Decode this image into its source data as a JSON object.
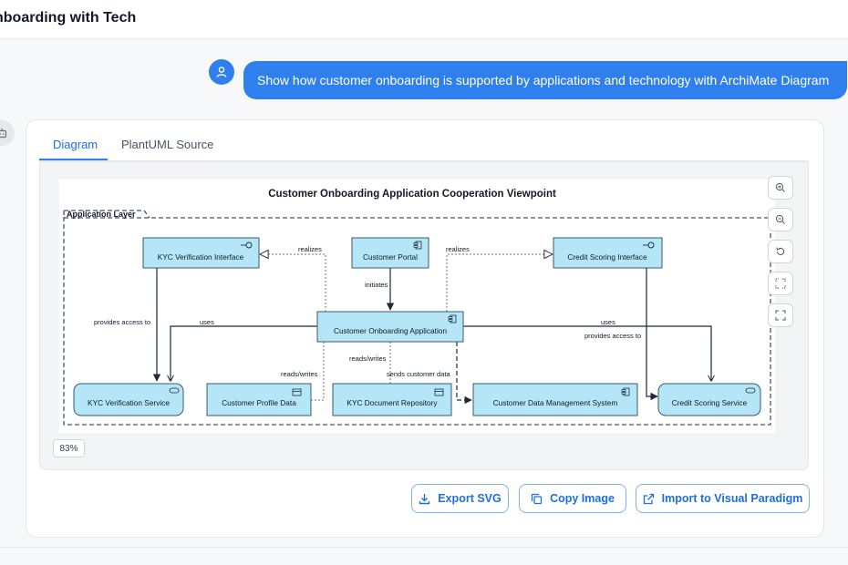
{
  "header": {
    "title": "nboarding with Tech"
  },
  "chat": {
    "user_message": "Show how customer onboarding is supported by applications and technology with ArchiMate Diagram"
  },
  "tabs": [
    {
      "label": "Diagram",
      "active": true
    },
    {
      "label": "PlantUML Source",
      "active": false
    }
  ],
  "diagram": {
    "title": "Customer Onboarding Application Cooperation Viewpoint",
    "group_label": "Application Layer",
    "nodes": {
      "kyc_interface": "KYC Verification Interface",
      "portal": "Customer Portal",
      "credit_interface": "Credit Scoring Interface",
      "onboarding_app": "Customer Onboarding Application",
      "kyc_service": "KYC Verification Service",
      "profile_data": "Customer Profile Data",
      "kyc_repo": "KYC Document Repository",
      "cdms": "Customer Data Management System",
      "credit_service": "Credit Scoring Service"
    },
    "edge_labels": {
      "realizes_left": "realizes",
      "realizes_right": "realizes",
      "initiates": "initiates",
      "provides_left": "provides access to",
      "uses_left": "uses",
      "uses_right": "uses",
      "provides_right": "provides access to",
      "reads_writes_1": "reads/writes",
      "reads_writes_2": "reads/writes",
      "sends": "sends customer data"
    }
  },
  "zoom": {
    "level": "83%"
  },
  "actions": {
    "export_svg": "Export SVG",
    "copy_image": "Copy Image",
    "import_vp": "Import to Visual Paradigm"
  },
  "colors": {
    "accent": "#2f7fef",
    "node_fill": "#b5e6f7",
    "node_stroke": "#3d5a68"
  }
}
